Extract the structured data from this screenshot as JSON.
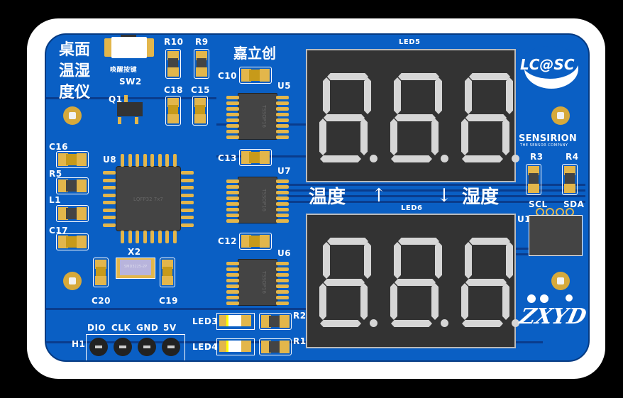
{
  "board": {
    "title_lines": [
      "桌面",
      "温湿",
      "度仪"
    ],
    "brand_logo": "嘉立创",
    "lcsc_logo": "LC@SC",
    "sensirion": "SENSIRION",
    "sensirion_tagline": "THE SENSOR COMPANY",
    "author_mark": "ZXYD",
    "colors": {
      "pcb": "#0a5fc4",
      "trace": "#0a3c8c",
      "pad": "#e3b64b",
      "silkscreen": "#ffffff",
      "display": "#333333",
      "segment": "#d6d6d6"
    }
  },
  "switch": {
    "ref": "SW2",
    "label": "唤醒按键"
  },
  "transistor": {
    "ref": "Q1"
  },
  "mcu": {
    "ref": "U8",
    "package": "LQFP32 7x7"
  },
  "crystal": {
    "ref": "X2",
    "package": "SMD3225-2P"
  },
  "drivers": [
    {
      "ref": "U5",
      "package": "TSSOP16"
    },
    {
      "ref": "U7",
      "package": "TSSOP16"
    },
    {
      "ref": "U6",
      "package": "TSSOP16"
    }
  ],
  "sensor": {
    "ref": "U1"
  },
  "resistors": [
    "R10",
    "R9",
    "R5",
    "R3",
    "R4",
    "R2",
    "R1"
  ],
  "capacitors": [
    "C10",
    "C18",
    "C15",
    "C16",
    "C17",
    "C13",
    "C12",
    "C20",
    "C19"
  ],
  "inductor": "L1",
  "leds": [
    "LED3",
    "LED4"
  ],
  "sensor_pins": [
    "SCL",
    "SDA"
  ],
  "displays": [
    {
      "ref": "LED5",
      "digits": [
        "8.",
        "8.",
        "8."
      ],
      "caption": "温度",
      "arrow": "↑"
    },
    {
      "ref": "LED6",
      "digits": [
        "8.",
        "8.",
        "8."
      ],
      "caption": "湿度",
      "arrow": "↓"
    }
  ],
  "connector": {
    "ref": "H1",
    "pins": [
      "DIO",
      "CLK",
      "GND",
      "5V"
    ]
  }
}
